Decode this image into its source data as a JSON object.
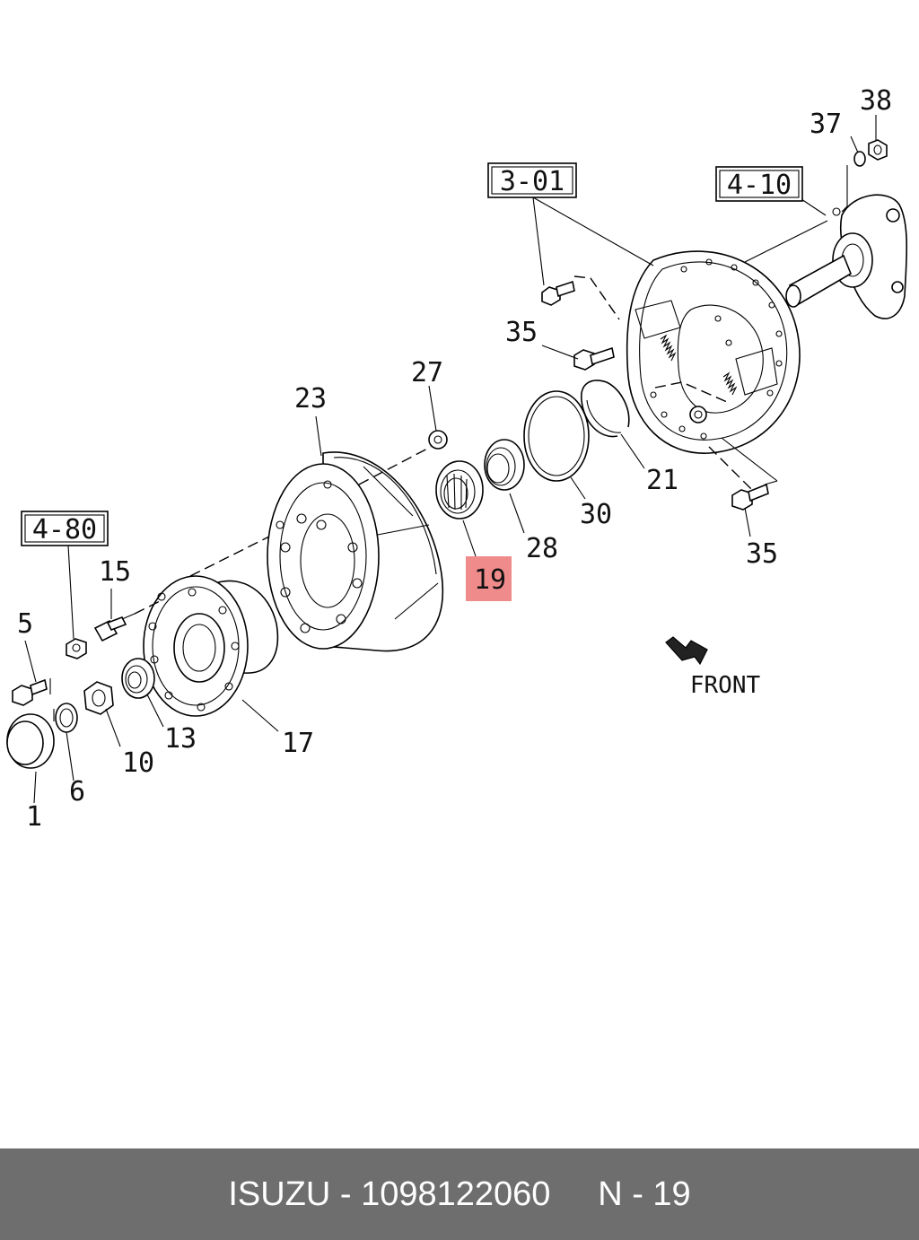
{
  "callouts": {
    "c1": "1",
    "c5": "5",
    "c6": "6",
    "c10": "10",
    "c13": "13",
    "c15": "15",
    "c17": "17",
    "c19": "19",
    "c21": "21",
    "c23": "23",
    "c27": "27",
    "c28": "28",
    "c30": "30",
    "c35a": "35",
    "c35b": "35",
    "c37": "37",
    "c38": "38"
  },
  "refs": {
    "r301": "3-01",
    "r410": "4-10",
    "r480": "4-80"
  },
  "direction_label": "FRONT",
  "highlight_color": "#f08b8b",
  "footer": {
    "text": "ISUZU - 1098122060     N - 19",
    "background": "#6e6e6e"
  }
}
